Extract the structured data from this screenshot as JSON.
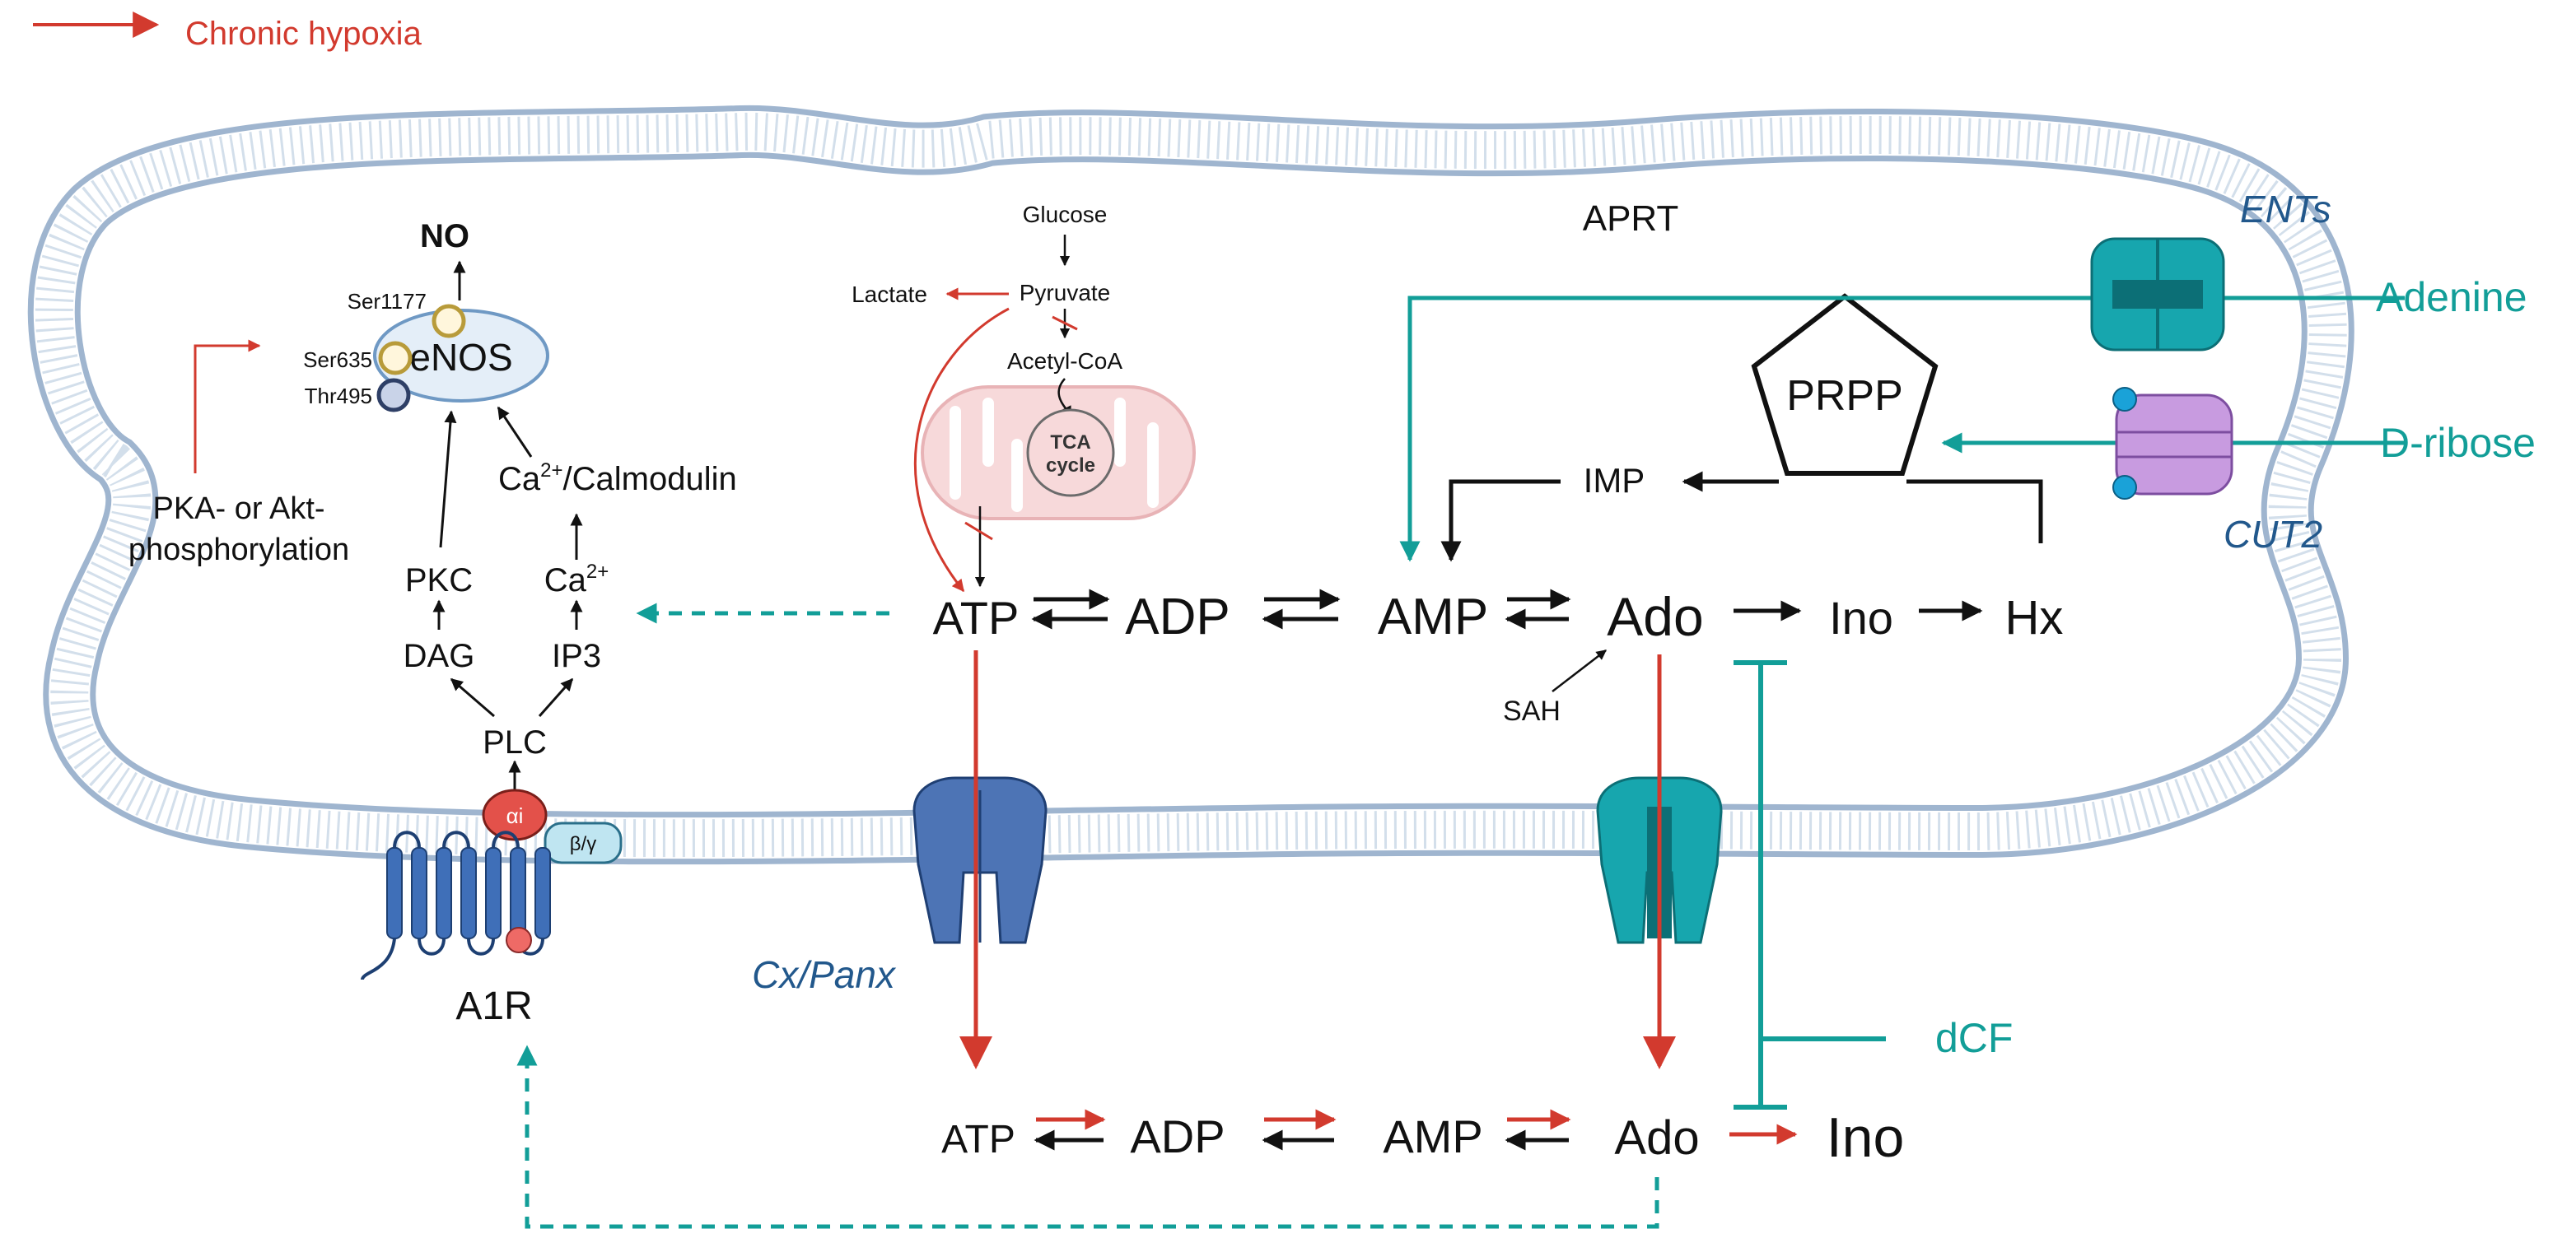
{
  "legend": {
    "chronic_hypoxia": "Chronic hypoxia"
  },
  "nodes": {
    "no": "NO",
    "ser1177": "Ser1177",
    "ser635": "Ser635",
    "thr495": "Thr495",
    "enos": "eNOS",
    "ca_calmodulin_ca": "Ca",
    "ca_calmodulin_sup": "2+",
    "ca_calmodulin_rest": "/Calmodulin",
    "pka_akt_line1": "PKA- or Akt-",
    "pka_akt_line2": "phosphorylation",
    "pkc": "PKC",
    "dag": "DAG",
    "ca": "Ca",
    "ca_sup": "2+",
    "ip3": "IP3",
    "plc": "PLC",
    "alpha_i": "αi",
    "beta_gamma": "β/γ",
    "a1r": "A1R",
    "glucose": "Glucose",
    "pyruvate": "Pyruvate",
    "lactate": "Lactate",
    "acetyl_coa": "Acetyl-CoA",
    "tca_line1": "TCA",
    "tca_line2": "cycle",
    "atp_in": "ATP",
    "adp_in": "ADP",
    "amp_in": "AMP",
    "ado_in": "Ado",
    "ino_in": "Ino",
    "hx_in": "Hx",
    "sah": "SAH",
    "aprt": "APRT",
    "prpp": "PRPP",
    "imp": "IMP",
    "atp_out": "ATP",
    "adp_out": "ADP",
    "amp_out": "AMP",
    "ado_out": "Ado",
    "ino_out": "Ino"
  },
  "transporters": {
    "ents": "ENTs",
    "cut2": "CUT2",
    "cx_panx": "Cx/Panx"
  },
  "inputs": {
    "adenine": "Adenine",
    "d_ribose": "D-ribose",
    "dcf": "dCF"
  },
  "colors": {
    "hypoxia_red": "#d23a2e",
    "teal": "#129e98",
    "navy": "#22588c",
    "membrane": "#b9cbe0",
    "receptor_blue": "#3f6fb8"
  }
}
